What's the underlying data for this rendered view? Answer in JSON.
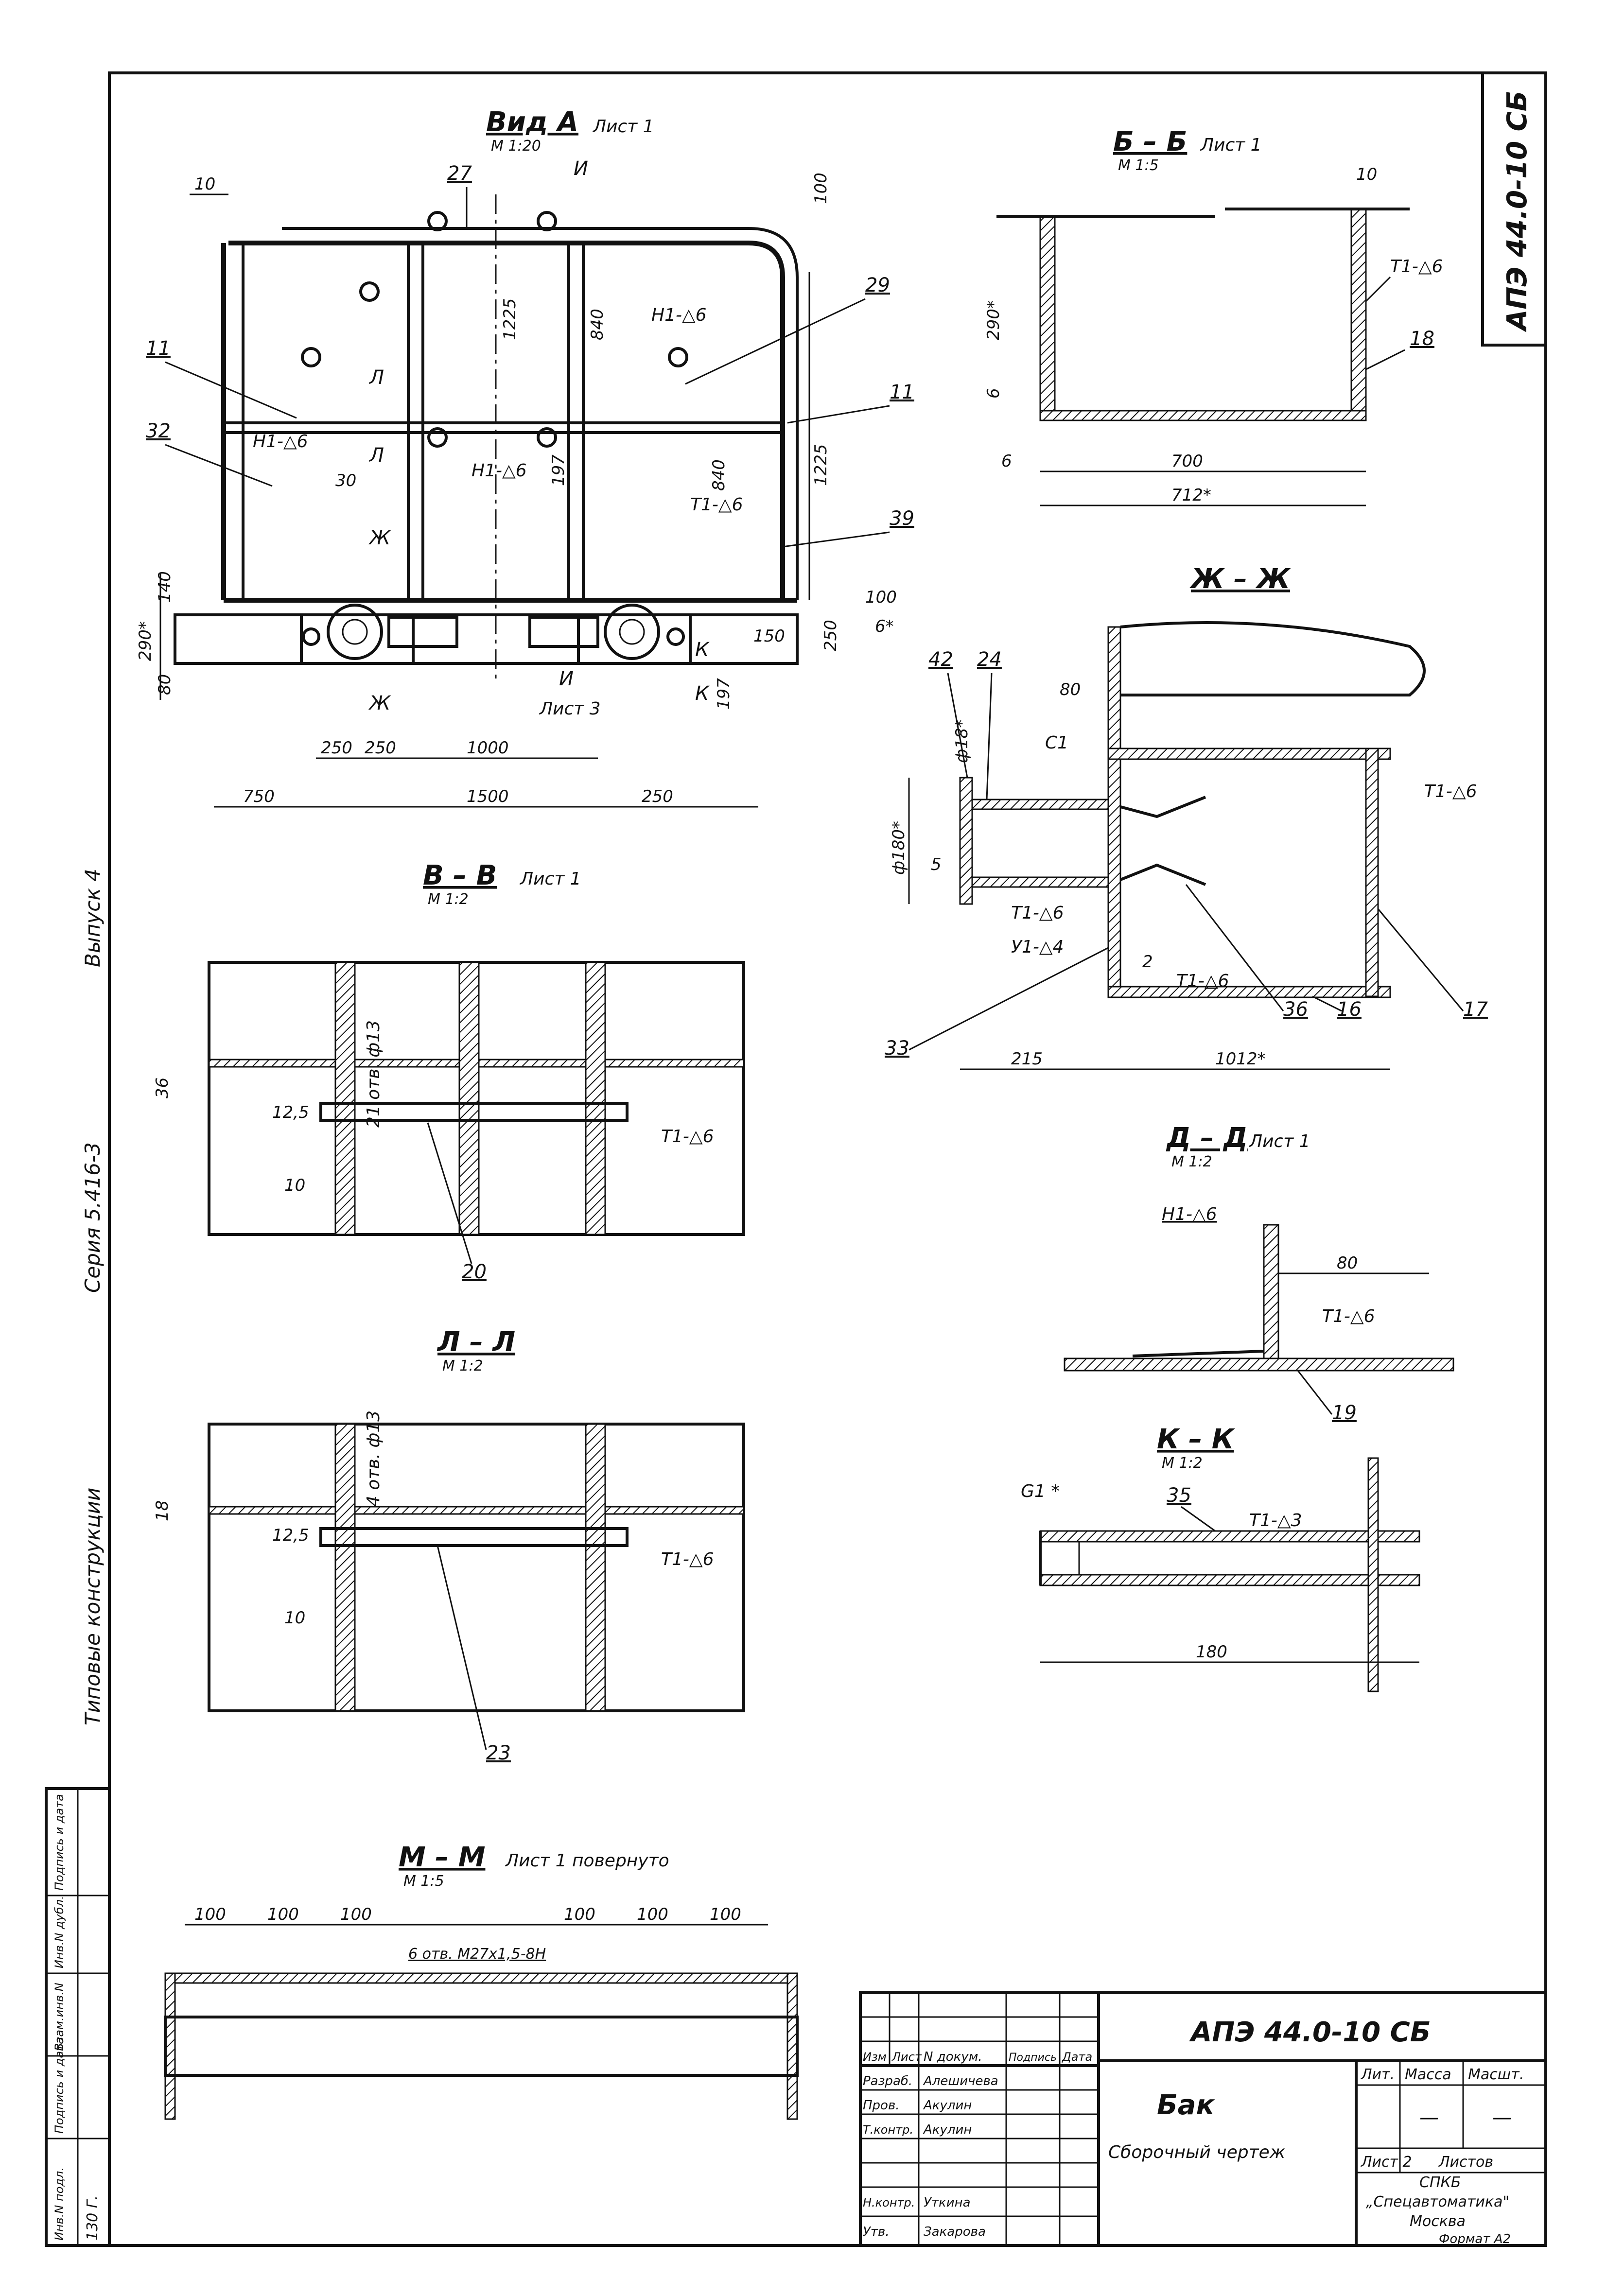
{
  "drawing_code": "АПЭ 44.0-10 СБ",
  "side_text": {
    "series": "Серия 5.416-3",
    "issue": "Выпуск 4",
    "typical": "Типовые конструкции"
  },
  "views": {
    "view_a": {
      "title": "Вид А",
      "scale": "М 1:20",
      "sheet": "Лист 1"
    },
    "bb": {
      "title": "Б – Б",
      "scale": "М 1:5",
      "sheet": "Лист 1"
    },
    "zhzh": {
      "title": "Ж – Ж"
    },
    "vv": {
      "title": "В – В",
      "scale": "М 1:2",
      "sheet": "Лист 1"
    },
    "dd": {
      "title": "Д – Д",
      "scale": "М 1:2",
      "sheet": "Лист 1"
    },
    "ll": {
      "title": "Л – Л",
      "scale": "М 1:2"
    },
    "kk": {
      "title": "К – К",
      "scale": "М 1:2"
    },
    "mm": {
      "title": "М – М",
      "scale": "М 1:5",
      "sheet": "Лист 1 повернуто"
    }
  },
  "labels": {
    "weld_h1": "Н1-△6",
    "weld_t1": "Т1-△6",
    "weld_t13": "Т1-△3",
    "weld_u1": "У1-△4",
    "c1": "С1",
    "g1": "G1 *",
    "sec_i": "И",
    "sec_zh": "Ж",
    "sec_k": "К",
    "sec_l": "Л",
    "list3": "Лист 3",
    "holes21": "21 отв. ф13",
    "holes4": "4 отв. ф13",
    "holes6": "6 отв. М27х1,5-8Н"
  },
  "part_numbers": {
    "p11": "11",
    "p11b": "11",
    "p32": "32",
    "p27": "27",
    "p29": "29",
    "p39": "39",
    "p18": "18",
    "p42": "42",
    "p24": "24",
    "p33": "33",
    "p36": "36",
    "p16": "16",
    "p17": "17",
    "p20": "20",
    "p19": "19",
    "p35": "35",
    "p23": "23"
  },
  "dims": {
    "va_10": "10",
    "va_100": "100",
    "va_1225": "1225",
    "va_1225b": "1225",
    "va_840": "840",
    "va_840b": "840",
    "va_30": "30",
    "va_197": "197",
    "va_197b": "197",
    "va_140": "140",
    "va_290s": "290*",
    "va_80": "80",
    "va_100b": "100",
    "va_6s": "6*",
    "va_150": "150",
    "va_250r": "250",
    "va_250a": "250",
    "va_250b": "250",
    "va_1000": "1000",
    "va_750": "750",
    "va_1500": "1500",
    "va_250c": "250",
    "bb_10": "10",
    "bb_290s": "290*",
    "bb_6": "6",
    "bb_6b": "6",
    "bb_700": "700",
    "bb_712s": "712*",
    "zh_80": "80",
    "zh_d18": "ф18*",
    "zh_d180": "ф180*",
    "zh_5": "5",
    "zh_215": "215",
    "zh_1012s": "1012*",
    "zh_2": "2",
    "vv_36": "36",
    "vv_125": "12,5",
    "vv_10": "10",
    "dd_80": "80",
    "ll_18": "18",
    "ll_125": "12,5",
    "ll_10": "10",
    "kk_180": "180",
    "mm_100a": "100",
    "mm_100b": "100",
    "mm_100c": "100",
    "mm_100d": "100",
    "mm_100e": "100",
    "mm_100f": "100"
  },
  "title_block": {
    "code": "АПЭ 44.0-10 СБ",
    "name": "Бак",
    "doc_type": "Сборочный чертеж",
    "lit": "Лит.",
    "mass": "Масса",
    "scale": "Масшт.",
    "dash1": "—",
    "dash2": "—",
    "sheet": "Лист 2",
    "sheets": "Листов",
    "org1": "СПКБ",
    "org2": "„Спецавтоматика\"",
    "org3": "Москва",
    "format": "Формат  А2",
    "hdr": [
      "Изм",
      "Лист",
      "N докум.",
      "Подпись",
      "Дата"
    ],
    "rows": [
      {
        "role": "Разраб.",
        "name": "Алешичева"
      },
      {
        "role": "Пров.",
        "name": "Акулин"
      },
      {
        "role": "Т.контр.",
        "name": "Акулин"
      },
      {
        "role": "Н.контр.",
        "name": "Уткина"
      },
      {
        "role": "Утв.",
        "name": "Закарова"
      }
    ]
  },
  "left_stamp": {
    "cols": [
      "Инв.N подл.",
      "Подпись и дата",
      "Взам.инв.N",
      "Инв.N дубл.",
      "Подпись и дата"
    ],
    "inv_value": "130 Г."
  },
  "colors": {
    "ink": "#111111",
    "paper": "#ffffff"
  }
}
